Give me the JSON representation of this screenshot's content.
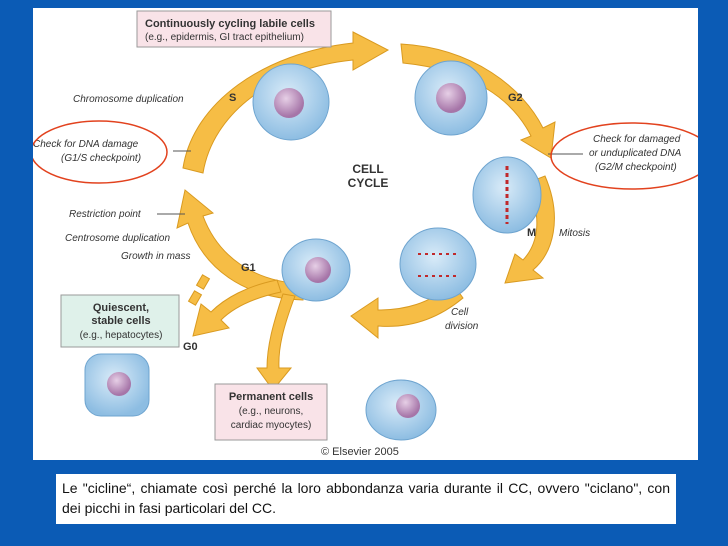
{
  "boxes": {
    "labile": {
      "title": "Continuously cycling labile cells",
      "sub": "(e.g., epidermis, GI tract epithelium)"
    },
    "quiescent": {
      "title1": "Quiescent,",
      "title2": "stable cells",
      "sub": "(e.g., hepatocytes)"
    },
    "permanent": {
      "title": "Permanent cells",
      "sub1": "(e.g., neurons,",
      "sub2": "cardiac myocytes)"
    }
  },
  "center": {
    "line1": "CELL",
    "line2": "CYCLE"
  },
  "phases": {
    "s": "S",
    "g2": "G2",
    "m": "M",
    "g1": "G1",
    "g0": "G0"
  },
  "labels": {
    "chromosome_duplication": "Chromosome duplication",
    "dna_damage_1": "Check for DNA damage",
    "dna_damage_2": "(G1/S checkpoint)",
    "restriction_point": "Restriction point",
    "centrosome_duplication": "Centrosome duplication",
    "growth_in_mass": "Growth in mass",
    "g2m_1": "Check for damaged",
    "g2m_2": "or unduplicated DNA",
    "g2m_3": "(G2/M checkpoint)",
    "mitosis": "Mitosis",
    "cell_division_1": "Cell",
    "cell_division_2": "division"
  },
  "copyright": "© Elsevier 2005",
  "caption": "Le \"cicline“, chiamate così perché la loro abbondanza varia durante il CC, ovvero \"ciclano\", con dei picchi in fasi particolari del CC.",
  "colors": {
    "arrow": "#f6bd45",
    "arrow_stroke": "#d99a20",
    "cell": "#a9cdea",
    "nucleus": "#b98ab8",
    "checkpoint_circle": "#e2421e",
    "background": "#0b5bb5"
  }
}
